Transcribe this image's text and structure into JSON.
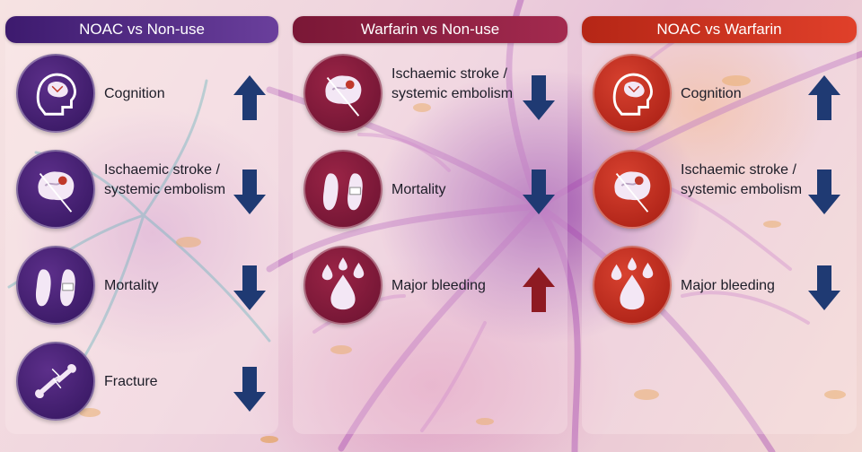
{
  "panels": [
    {
      "title": "NOAC vs Non-use",
      "items": [
        {
          "label": "Cognition",
          "icon": "head-brain-icon",
          "direction": "up"
        },
        {
          "label": "Ischaemic stroke / systemic embolism",
          "icon": "brain-clot-icon",
          "direction": "down"
        },
        {
          "label": "Mortality",
          "icon": "feet-tag-icon",
          "direction": "down"
        },
        {
          "label": "Fracture",
          "icon": "broken-bone-icon",
          "direction": "down"
        }
      ]
    },
    {
      "title": "Warfarin vs Non-use",
      "items": [
        {
          "label": "Ischaemic stroke / systemic embolism",
          "icon": "brain-clot-icon",
          "direction": "down"
        },
        {
          "label": "Mortality",
          "icon": "feet-tag-icon",
          "direction": "down"
        },
        {
          "label": "Major bleeding",
          "icon": "blood-drops-icon",
          "direction": "up"
        }
      ]
    },
    {
      "title": "NOAC vs Warfarin",
      "items": [
        {
          "label": "Cognition",
          "icon": "head-brain-icon",
          "direction": "up"
        },
        {
          "label": "Ischaemic stroke / systemic embolism",
          "icon": "brain-clot-icon",
          "direction": "down"
        },
        {
          "label": "Major bleeding",
          "icon": "blood-drops-icon",
          "direction": "down"
        }
      ]
    }
  ],
  "colors": {
    "arrow_blue": "#1f3a73",
    "arrow_red": "#8e1a22"
  }
}
